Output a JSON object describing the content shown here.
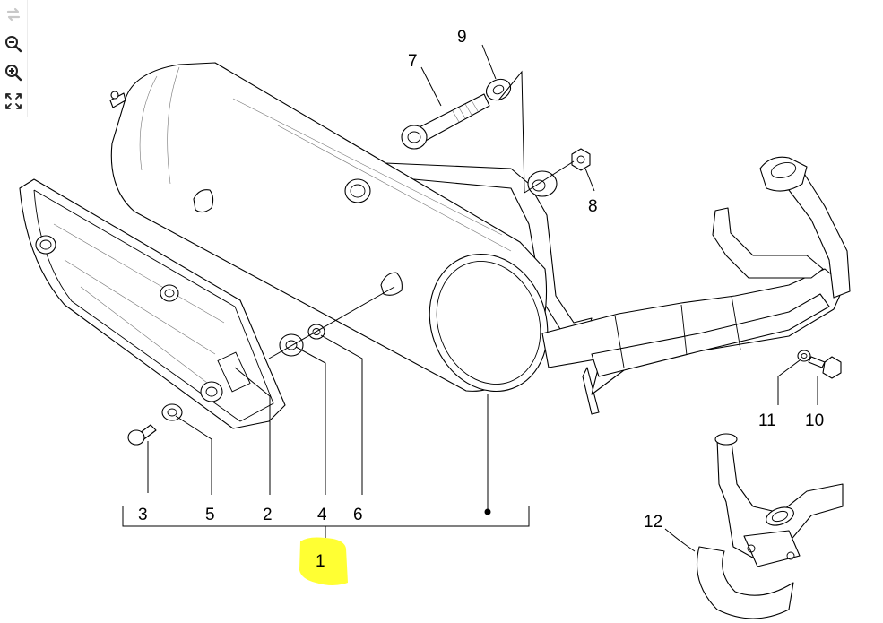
{
  "toolbar": {
    "buttons": [
      {
        "id": "rotate",
        "icon": "rotate-icon"
      },
      {
        "id": "zoom-out",
        "icon": "zoom-out-icon"
      },
      {
        "id": "zoom-in",
        "icon": "zoom-in-icon"
      },
      {
        "id": "fit",
        "icon": "fit-screen-icon"
      }
    ]
  },
  "diagram": {
    "highlight_color": "#ffff33",
    "callouts": {
      "c1": "1",
      "c2": "2",
      "c3": "3",
      "c4": "4",
      "c5": "5",
      "c6": "6",
      "c7": "7",
      "c8": "8",
      "c9": "9",
      "c10": "10",
      "c11": "11",
      "c12": "12"
    }
  }
}
